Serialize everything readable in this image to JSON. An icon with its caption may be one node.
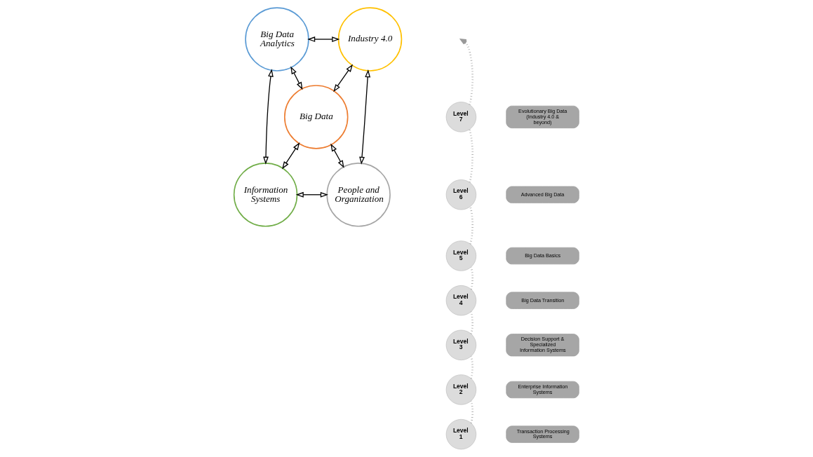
{
  "diagram": {
    "nodes": [
      {
        "text": [
          "Big Data Analytics"
        ]
      },
      {
        "text": [
          "Industry 4.0"
        ]
      },
      {
        "text": [
          "Big Data"
        ]
      },
      {
        "text": [
          "Information Systems"
        ]
      },
      {
        "text": [
          "People and Organization"
        ]
      },
      {
        "text": [
          "Level 1"
        ]
      },
      {
        "text": [
          "Transaction Processing Systems"
        ]
      },
      {
        "text": [
          "Level 2"
        ]
      },
      {
        "text": [
          "Enterprise Information Systems"
        ]
      },
      {
        "text": [
          "Level 3"
        ]
      },
      {
        "text": [
          "Decision Support & Specialized Information Systems"
        ]
      },
      {
        "text": [
          "Level 4"
        ]
      },
      {
        "text": [
          "Big Data Transition"
        ]
      },
      {
        "text": [
          "Level 5"
        ]
      },
      {
        "text": [
          "Big Data Basics"
        ]
      },
      {
        "text": [
          "Level 6"
        ]
      },
      {
        "text": [
          "Advanced Big Data"
        ]
      },
      {
        "text": [
          "Level 7"
        ]
      },
      {
        "text": [
          "Evolutionary Big Data (Industry 4.0 & beyond)"
        ]
      }
    ],
    "edges": [
      {
        "from": 0,
        "to": 1,
        "arrow": "both"
      },
      {
        "from": 0,
        "to": 2,
        "arrow": "both"
      },
      {
        "from": 1,
        "to": 2,
        "arrow": "both"
      },
      {
        "from": 0,
        "to": 3,
        "arrow": "both"
      },
      {
        "from": 1,
        "to": 4,
        "arrow": "both"
      },
      {
        "from": 2,
        "to": 3,
        "arrow": "both"
      },
      {
        "from": 2,
        "to": 4,
        "arrow": "both"
      },
      {
        "from": 3,
        "to": 4,
        "arrow": "both"
      },
      {
        "from": 5,
        "to": 7,
        "arrow": "none",
        "style": "dashed",
        "color": "#999999"
      },
      {
        "from": 7,
        "to": 9,
        "arrow": "none",
        "style": "dashed",
        "color": "#999999"
      },
      {
        "from": 9,
        "to": 11,
        "arrow": "none",
        "style": "dashed",
        "color": "#999999"
      },
      {
        "from": 11,
        "to": 13,
        "arrow": "none",
        "style": "dashed",
        "color": "#999999"
      },
      {
        "from": 13,
        "to": 15,
        "arrow": "none",
        "style": "dashed",
        "color": "#999999"
      },
      {
        "from": 15,
        "to": 17,
        "arrow": "none",
        "style": "dashed",
        "color": "#999999"
      },
      {
        "from": 17,
        "to": null,
        "arrow": "to",
        "style": "dashed",
        "color": "#999999"
      }
    ]
  }
}
